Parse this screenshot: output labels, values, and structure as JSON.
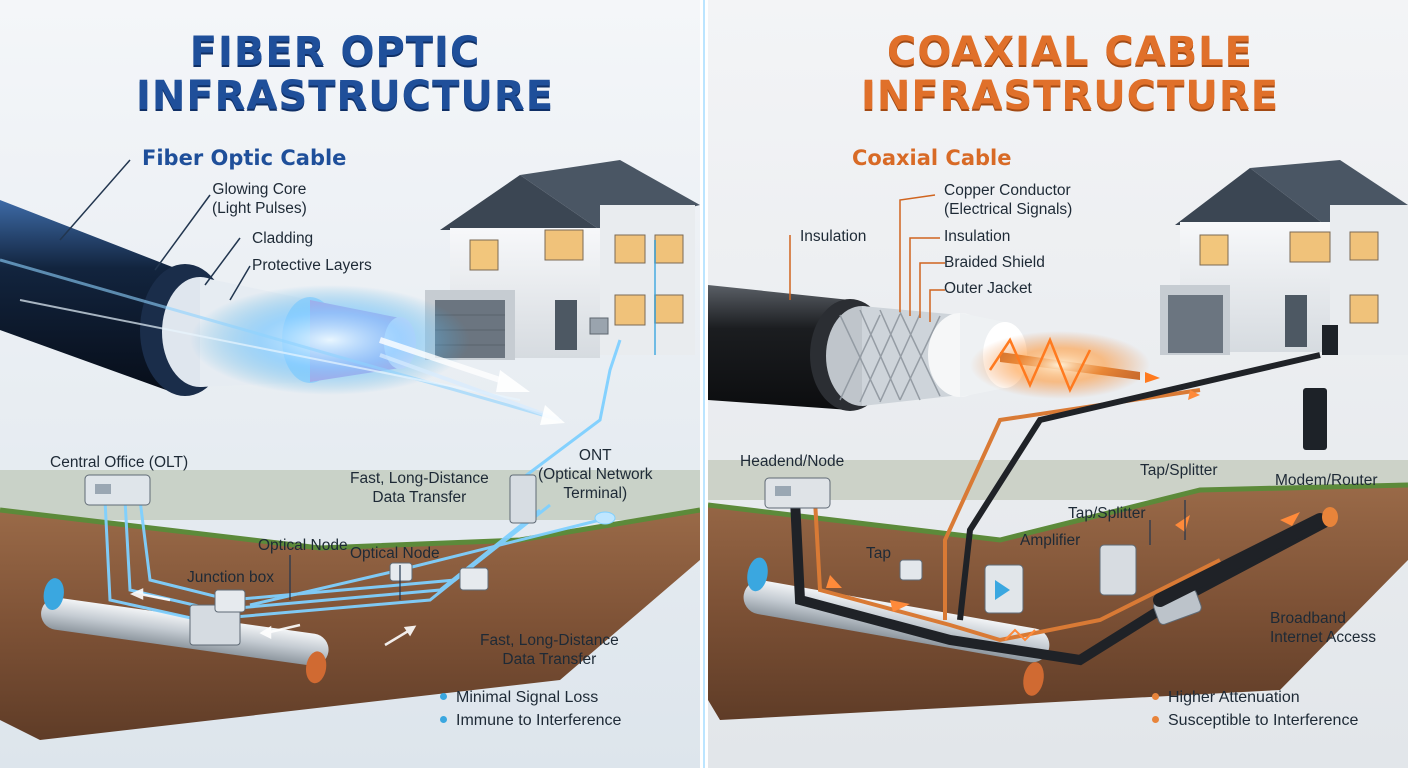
{
  "fiber": {
    "title_line1": "FIBER OPTIC",
    "title_line2": "INFRASTRUCTURE",
    "cable_heading": "Fiber Optic Cable",
    "labels": {
      "core_line1": "Glowing Core",
      "core_line2": "(Light Pulses)",
      "cladding": "Cladding",
      "protective": "Protective Layers",
      "central_office": "Central Office (OLT)",
      "transfer_top_line1": "Fast, Long-Distance",
      "transfer_top_line2": "Data Transfer",
      "ont_line1": "ONT",
      "ont_line2": "(Optical Network",
      "ont_line3": "Terminal)",
      "optical_node_1": "Optical Node",
      "optical_node_2": "Optical Node",
      "junction": "Junction box",
      "transfer_bottom_line1": "Fast, Long-Distance",
      "transfer_bottom_line2": "Data Transfer"
    },
    "bullets": [
      "Minimal Signal Loss",
      "Immune to Interference"
    ],
    "accent": "#3aa7e0"
  },
  "coax": {
    "title_line1": "COAXIAL CABLE",
    "title_line2": "INFRASTRUCTURE",
    "cable_heading": "Coaxial Cable",
    "labels": {
      "insulation_outer": "Insulation",
      "copper_line1": "Copper Conductor",
      "copper_line2": "(Electrical Signals)",
      "insulation_inner": "Insulation",
      "braided": "Braided Shield",
      "jacket": "Outer Jacket",
      "headend": "Headend/Node",
      "tap": "Tap",
      "tap_splitter_1": "Tap/Splitter",
      "tap_splitter_2": "Tap/Splitter",
      "amplifier": "Amplifier",
      "modem": "Modem/Router",
      "broadband_line1": "Broadband",
      "broadband_line2": "Internet Access"
    },
    "bullets": [
      "Higher Attenuation",
      "Susceptible to Interference"
    ],
    "accent": "#e8843a"
  }
}
